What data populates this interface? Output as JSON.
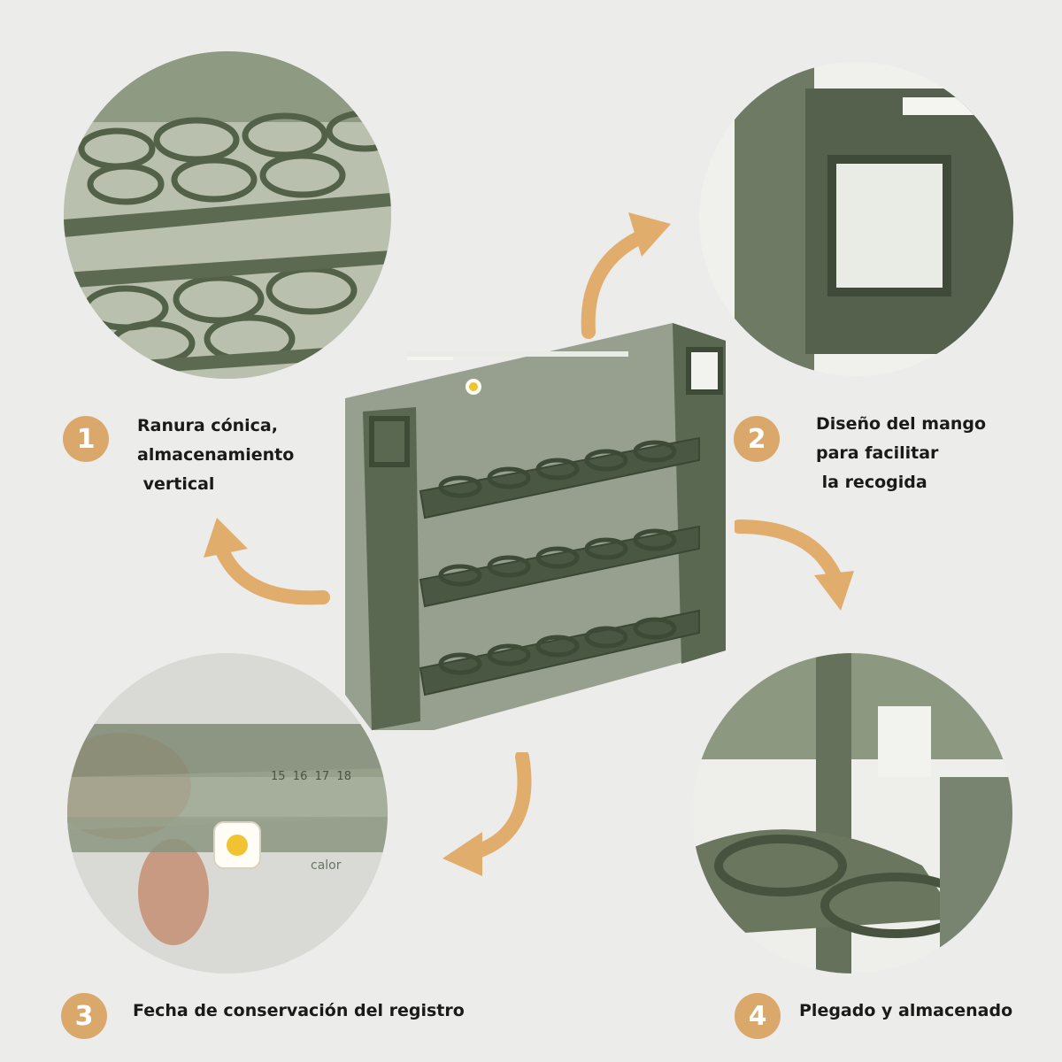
{
  "features": [
    {
      "number": "1",
      "lines": [
        "Ranura cónica,",
        "almacenamiento",
        " vertical"
      ]
    },
    {
      "number": "2",
      "lines": [
        "Diseño del mango",
        "para facilitar",
        " la recogida"
      ]
    },
    {
      "number": "3",
      "lines": [
        "Fecha de conservación del registro"
      ]
    },
    {
      "number": "4",
      "lines": [
        "Plegado y almacenado"
      ]
    }
  ],
  "ruler": {
    "numbers": "15  16  17  18",
    "embossed": "calor"
  },
  "colors": {
    "accent": "#d9a86a",
    "product": "#4f5f48",
    "background": "#ececea"
  },
  "icons": [
    "curved-arrow-icon",
    "egg-marker-icon"
  ]
}
